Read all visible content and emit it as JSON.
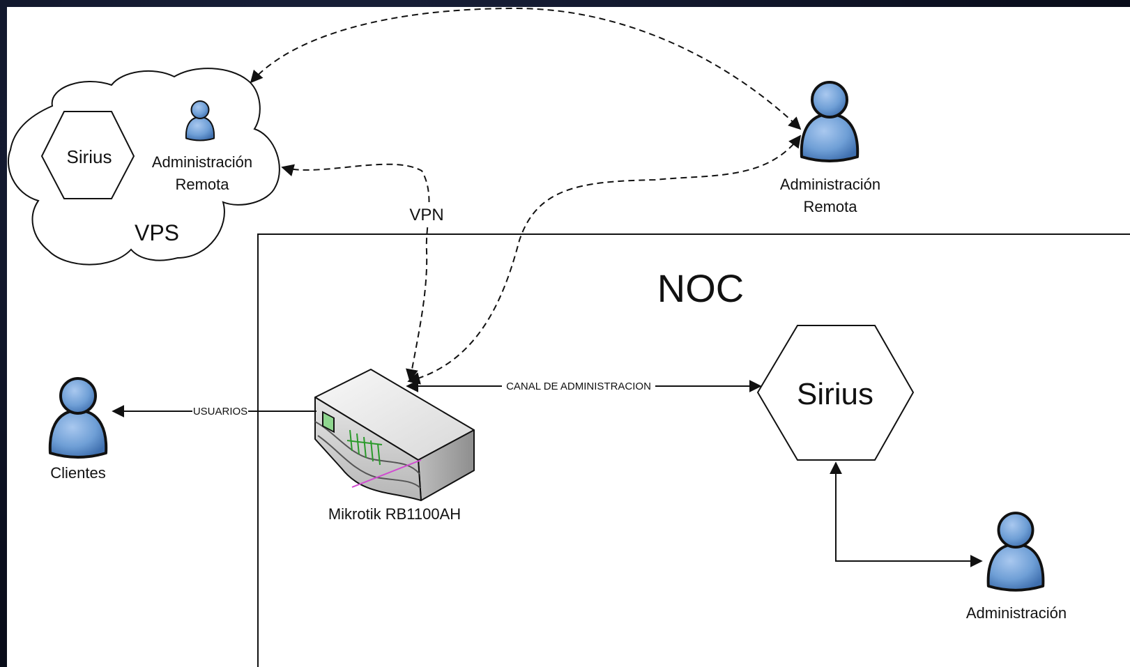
{
  "nodes": {
    "vps": {
      "title": "VPS",
      "sirius_label": "Sirius",
      "admin_line1": "Administración",
      "admin_line2": "Remota"
    },
    "remote_admin": {
      "line1": "Administración",
      "line2": "Remota"
    },
    "noc": {
      "title": "NOC"
    },
    "sirius": {
      "label": "Sirius"
    },
    "clients": {
      "label": "Clientes"
    },
    "router": {
      "label": "Mikrotik RB1100AH"
    },
    "local_admin": {
      "label": "Administración"
    }
  },
  "edges": {
    "vpn_label": "VPN",
    "users_label": "USUARIOS",
    "admin_channel_label": "CANAL DE ADMINISTRACION"
  },
  "colors": {
    "background": "#ffffff",
    "person_fill": "#6f9fd6",
    "person_stroke": "#111111",
    "router_led": "#2a9a2a",
    "router_cable": "#d04ad0"
  }
}
